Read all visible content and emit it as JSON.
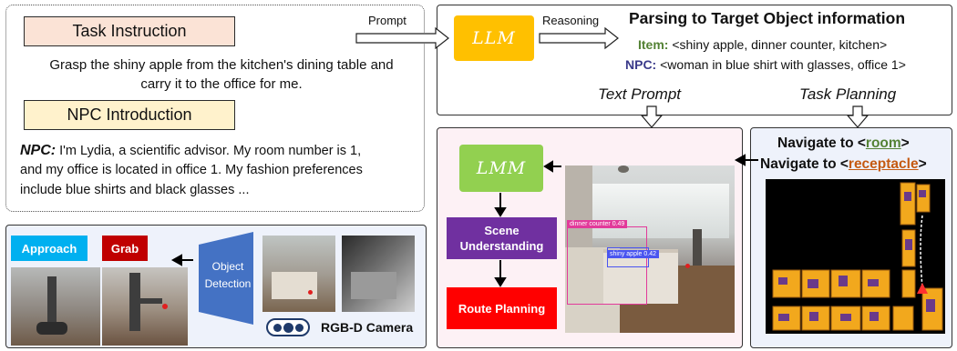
{
  "instruction_panel": {
    "task_title": "Task Instruction",
    "task_text_line1": "Grasp the shiny apple from the kitchen's dining table and",
    "task_text_line2": "carry it to the office for me.",
    "npc_title": "NPC Introduction",
    "npc_label": "NPC:",
    "npc_line1": " I'm Lydia, a scientific advisor. My room number is 1,",
    "npc_line2": "and my office is located in office 1. My fashion preferences",
    "npc_line3": "include blue shirts and black glasses ..."
  },
  "edges": {
    "prompt": "Prompt",
    "reasoning": "Reasoning"
  },
  "parsing_panel": {
    "llm": "LLM",
    "title": "Parsing to Target Object information",
    "item_label": "Item:",
    "item_value": " <shiny apple, dinner counter, kitchen>",
    "npc_label": "NPC:",
    "npc_value": " <woman in blue shirt with glasses, office 1>",
    "text_prompt": "Text Prompt",
    "task_planning": "Task Planning"
  },
  "lmm_panel": {
    "lmm": "LMM",
    "scene_line1": "Scene",
    "scene_line2": "Understanding",
    "route": "Route Planning",
    "det_counter": "dinner counter 0.49",
    "det_apple": "shiny apple 0.42"
  },
  "nav_panel": {
    "line1_prefix": "Navigate to <",
    "line1_word": "room",
    "line1_suffix": ">",
    "line2_prefix": "Navigate to <",
    "line2_word": "receptacle",
    "line2_suffix": ">"
  },
  "bottom_panel": {
    "approach": "Approach",
    "grab": "Grab",
    "detect_line1": "Object",
    "detect_line2": "Detection",
    "camera": "RGB-D Camera"
  },
  "colors": {
    "task_title_bg": "#fbe3d6",
    "npc_title_bg": "#fff2cc",
    "llm_bg": "#ffc000",
    "lmm_bg": "#92d050",
    "scene_bg": "#7030a0",
    "route_bg": "#ff0000",
    "approach_bg": "#00b0f0",
    "grab_bg": "#c00000",
    "detection_bg": "#4472c4",
    "item_label": "#548235",
    "npc_label": "#3a3a8a",
    "nav_underline": "#c55a11",
    "room_color": "#548235",
    "receptacle_color": "#c55a11",
    "lmm_panel_bg": "#fdf1f5",
    "nav_panel_bg": "#eef2fb"
  }
}
